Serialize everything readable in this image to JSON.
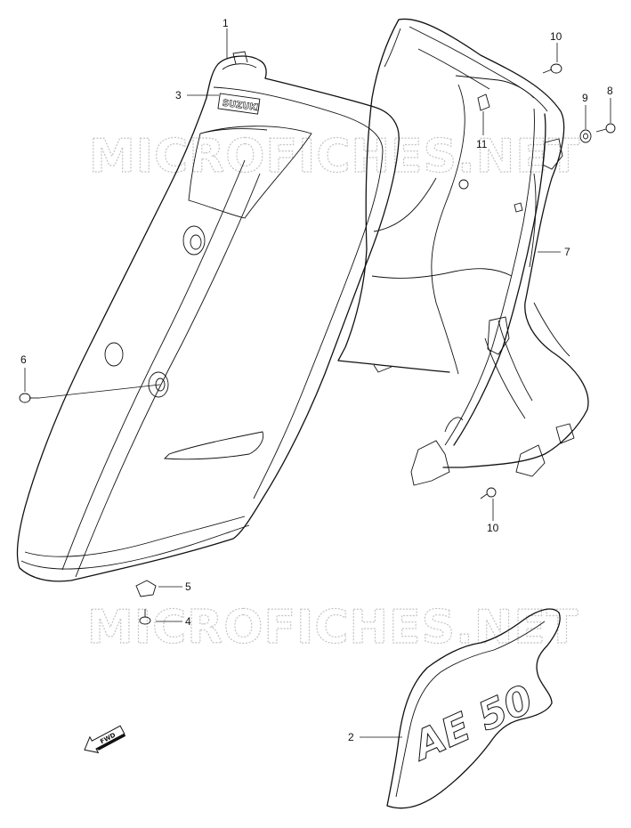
{
  "watermark": "MICROFICHES.NET",
  "callouts": {
    "c1": "1",
    "c2": "2",
    "c3": "3",
    "c4": "4",
    "c5": "5",
    "c6": "6",
    "c7": "7",
    "c8": "8",
    "c9": "9",
    "c10a": "10",
    "c10b": "10",
    "c11": "11"
  },
  "badge_text": "AE 50",
  "fwd_label": "FWD",
  "icons": {
    "fwd": "arrow-left-icon"
  }
}
